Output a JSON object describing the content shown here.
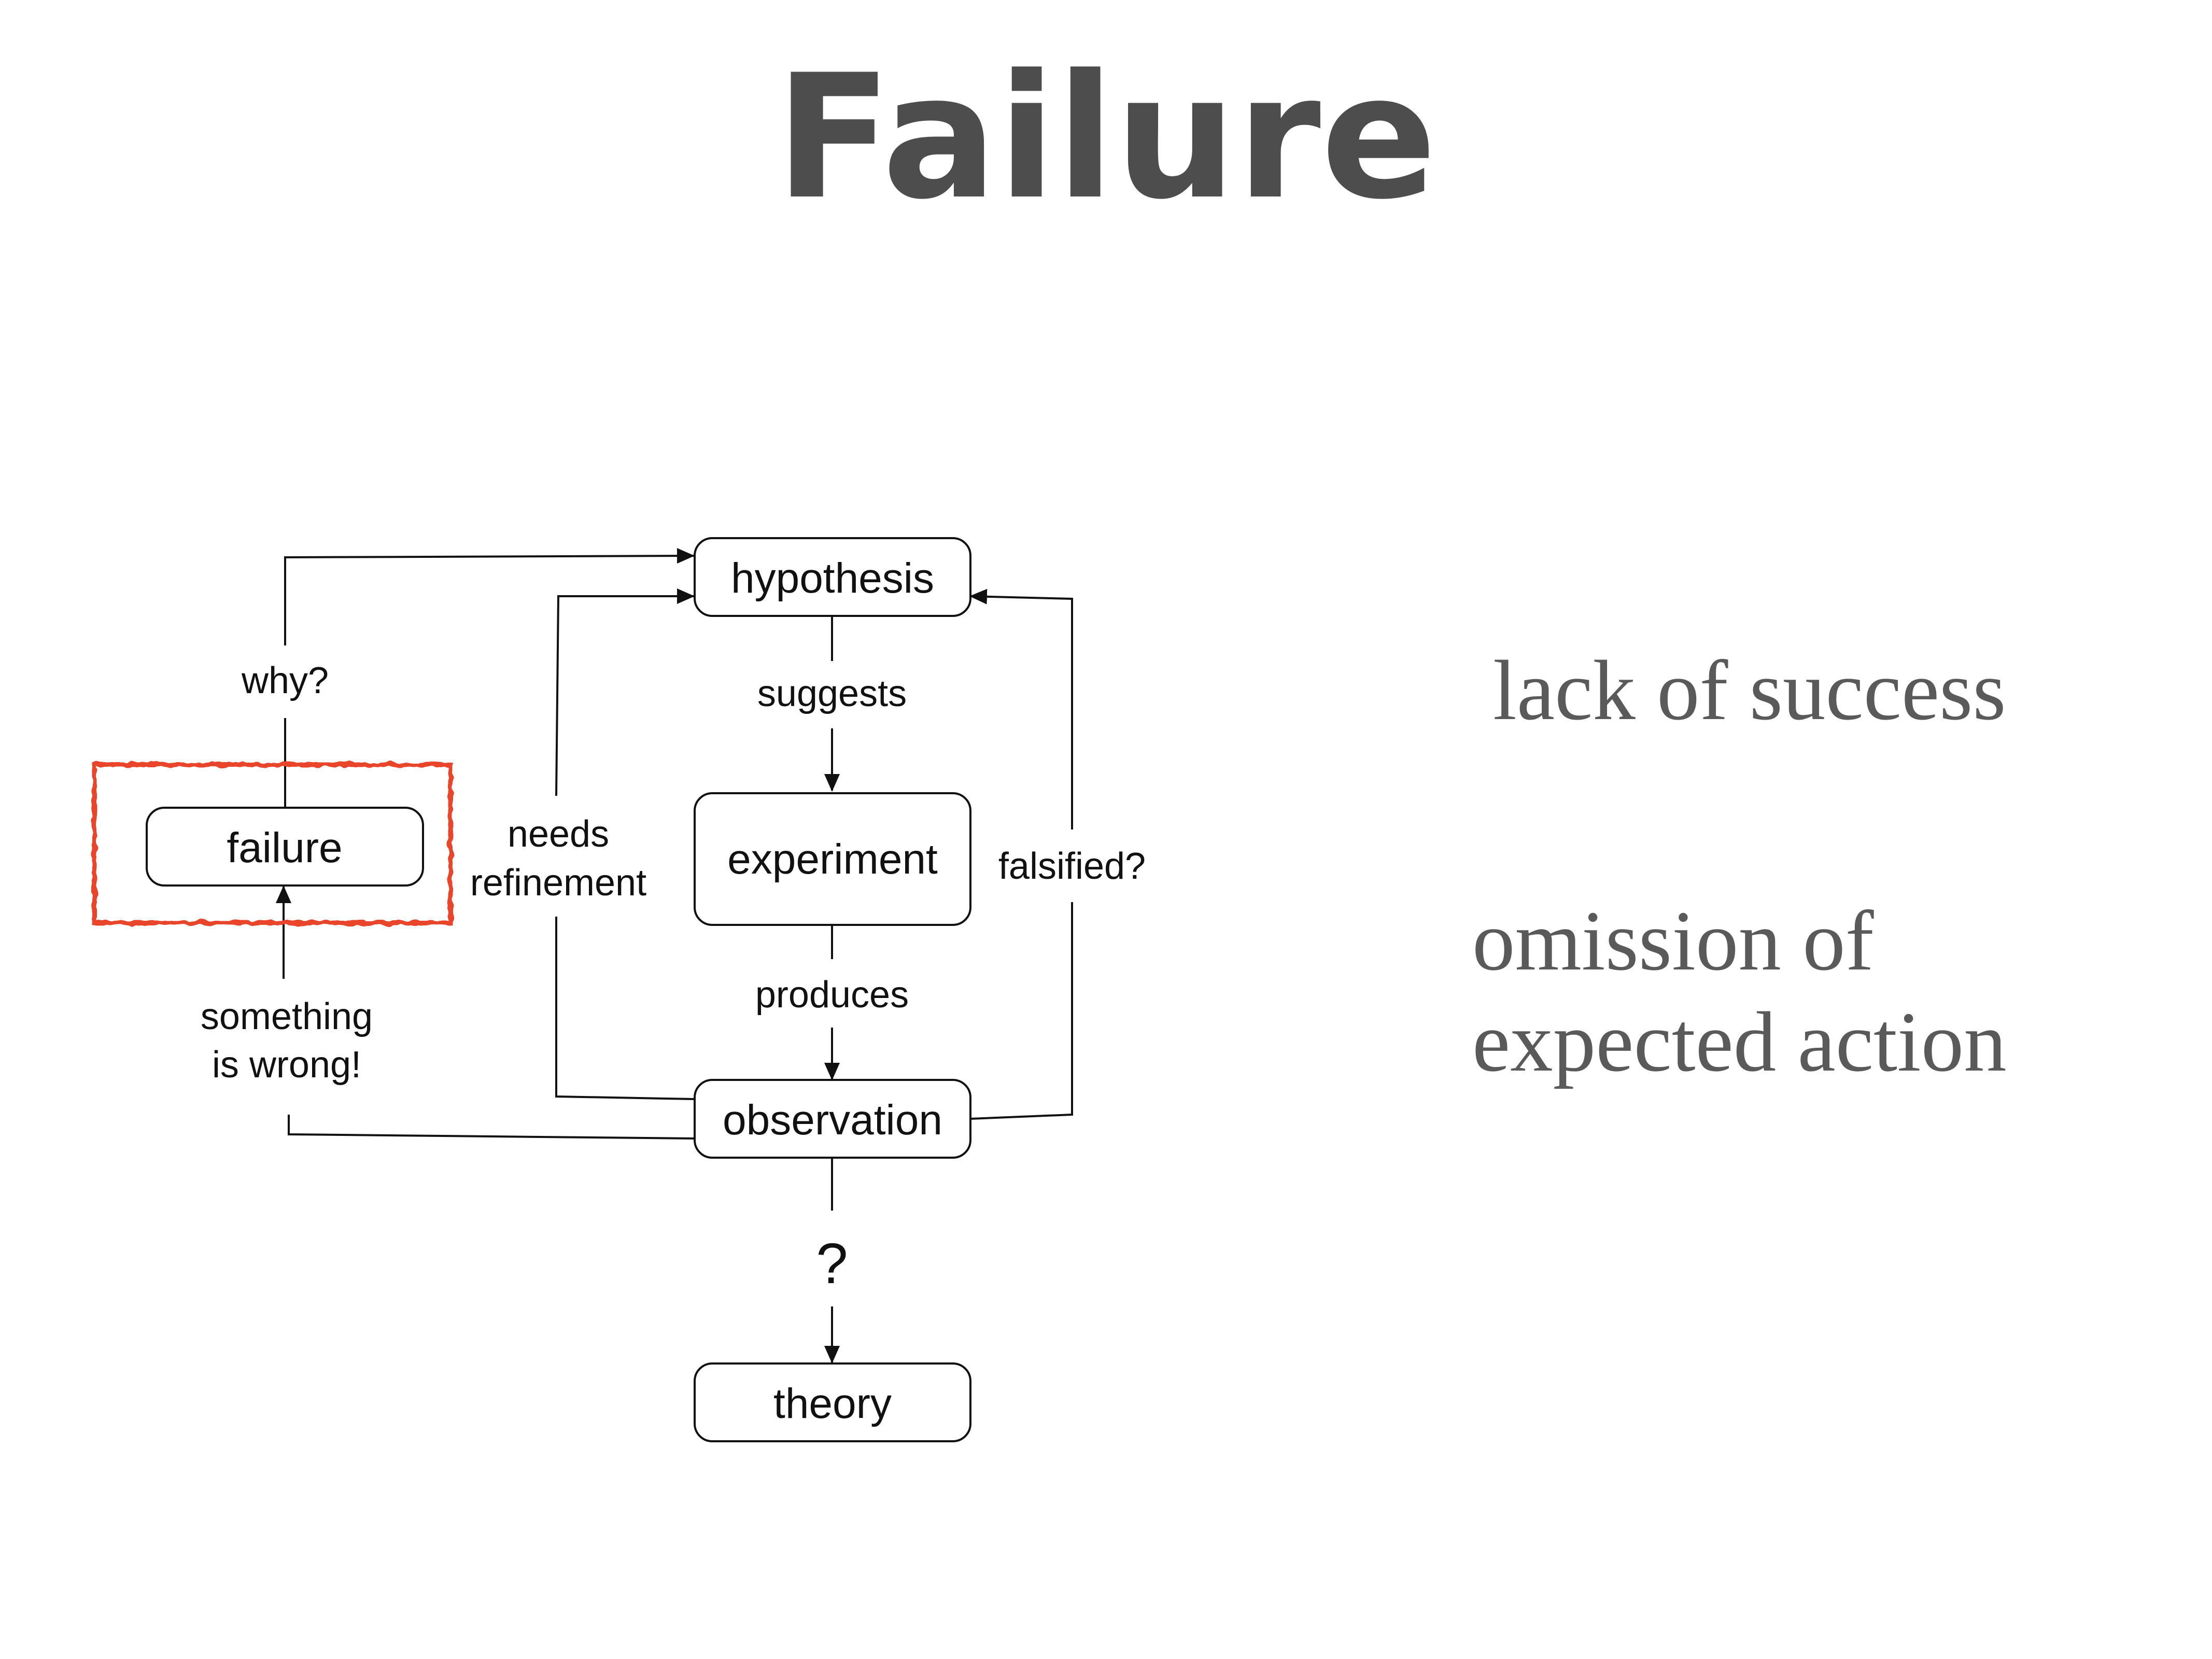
{
  "slide": {
    "title": "Failure"
  },
  "diagram": {
    "nodes": {
      "hypothesis": "hypothesis",
      "experiment": "experiment",
      "observation": "observation",
      "theory": "theory",
      "failure": "failure"
    },
    "edges": {
      "suggests": "suggests",
      "produces": "produces",
      "question": "?",
      "falsified": "falsified?",
      "needs_1": "needs",
      "needs_2": "refinement",
      "why": "why?",
      "wrong_1": "something",
      "wrong_2": "is wrong!"
    },
    "highlight_color": "#e8452c"
  },
  "notes": {
    "lack": "lack of success",
    "omission_1": "omission of",
    "omission_2": "expected action"
  }
}
